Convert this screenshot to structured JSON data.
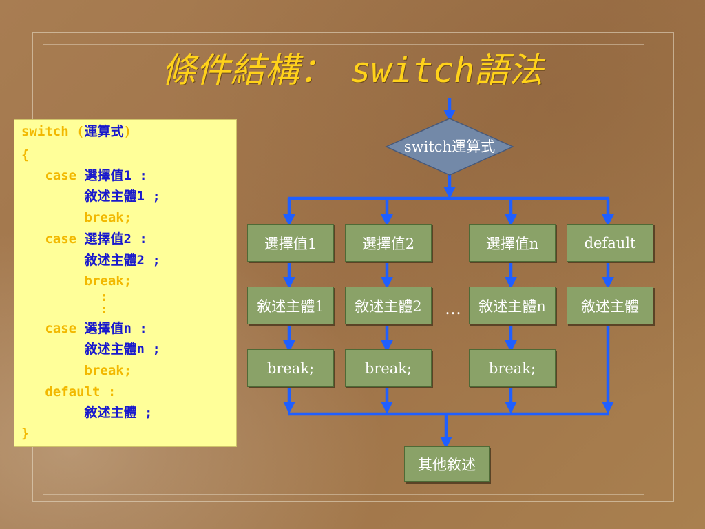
{
  "title": {
    "part_a": "條件結構：",
    "part_b": "switch語法"
  },
  "code": {
    "lines": [
      {
        "parts": [
          {
            "t": "switch (",
            "c": "kw"
          },
          {
            "t": "運算式",
            "c": "tx"
          },
          {
            "t": ")",
            "c": "kw"
          }
        ]
      },
      {
        "parts": [
          {
            "t": "{",
            "c": "kw"
          }
        ]
      },
      {
        "parts": [
          {
            "t": "   case ",
            "c": "kw"
          },
          {
            "t": "選擇值1 :",
            "c": "tx"
          }
        ]
      },
      {
        "parts": [
          {
            "t": "        敘述主體1 ;",
            "c": "tx"
          }
        ]
      },
      {
        "parts": [
          {
            "t": "        break;",
            "c": "kw"
          }
        ]
      },
      {
        "parts": [
          {
            "t": "   case ",
            "c": "kw"
          },
          {
            "t": "選擇值2 :",
            "c": "tx"
          }
        ]
      },
      {
        "parts": [
          {
            "t": "        敘述主體2 ;",
            "c": "tx"
          }
        ]
      },
      {
        "parts": [
          {
            "t": "        break;",
            "c": "kw"
          }
        ]
      },
      {
        "parts": [
          {
            "t": "          :",
            "c": "kw"
          }
        ]
      },
      {
        "parts": [
          {
            "t": "          :",
            "c": "kw"
          }
        ]
      },
      {
        "parts": [
          {
            "t": "   case ",
            "c": "kw"
          },
          {
            "t": "選擇值n :",
            "c": "tx"
          }
        ]
      },
      {
        "parts": [
          {
            "t": "        敘述主體n ;",
            "c": "tx"
          }
        ]
      },
      {
        "parts": [
          {
            "t": "        break;",
            "c": "kw"
          }
        ]
      },
      {
        "parts": [
          {
            "t": "   default :",
            "c": "kw"
          }
        ]
      },
      {
        "parts": [
          {
            "t": "        敘述主體 ;",
            "c": "tx"
          }
        ]
      },
      {
        "parts": [
          {
            "t": "}",
            "c": "kw"
          }
        ]
      }
    ]
  },
  "flow": {
    "diamond": "switch運算式",
    "values": [
      "選擇值1",
      "選擇值2",
      "選擇值n",
      "default"
    ],
    "bodies": [
      "敘述主體1",
      "敘述主體2",
      "敘述主體n",
      "敘述主體"
    ],
    "breaks": [
      "break;",
      "break;",
      "break;"
    ],
    "ellipsis": "…",
    "end": "其他敘述"
  },
  "colors": {
    "background": "#a57a50",
    "title": "#ffd21a",
    "code_bg": "#ffff99",
    "keyword": "#f2b800",
    "text": "#1a1acc",
    "box": "#8aa268",
    "diamond": "#7389a8",
    "arrow": "#1f5fff"
  }
}
